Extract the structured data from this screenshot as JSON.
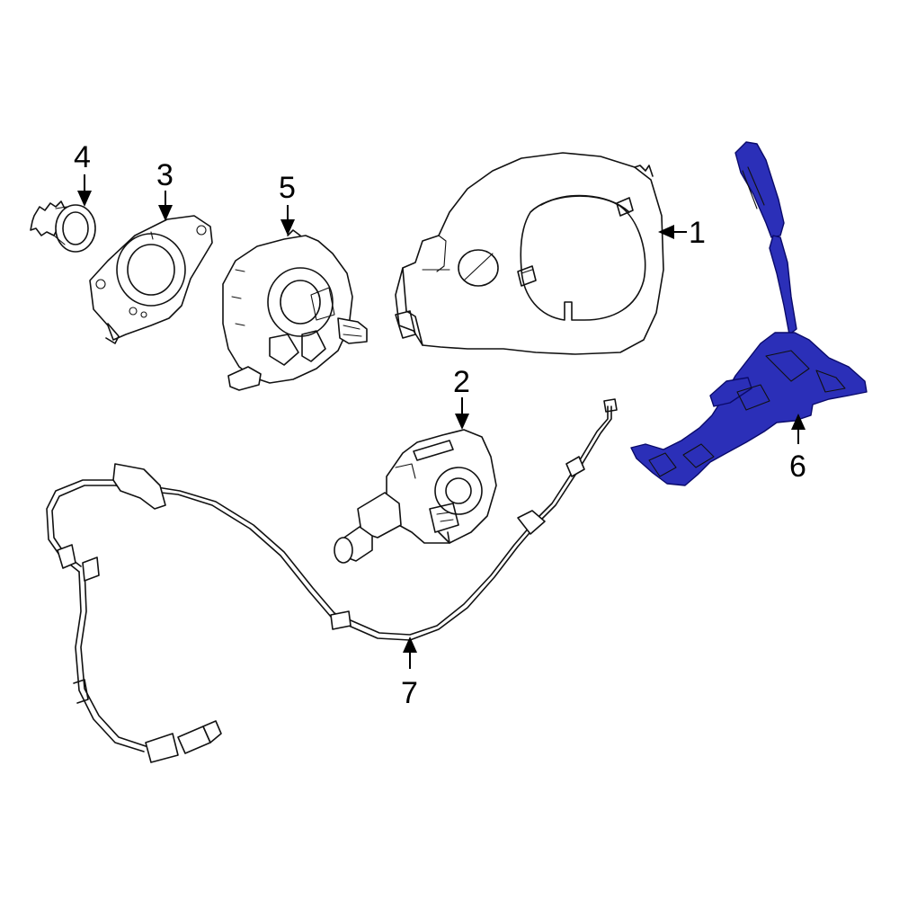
{
  "diagram": {
    "highlight_color": "#2b2fb8",
    "line_color": "#111111",
    "background": "#ffffff",
    "callouts": [
      {
        "id": "1",
        "label": "1"
      },
      {
        "id": "2",
        "label": "2"
      },
      {
        "id": "3",
        "label": "3"
      },
      {
        "id": "4",
        "label": "4"
      },
      {
        "id": "5",
        "label": "5"
      },
      {
        "id": "6",
        "label": "6"
      },
      {
        "id": "7",
        "label": "7"
      }
    ],
    "highlighted_part": "6"
  }
}
